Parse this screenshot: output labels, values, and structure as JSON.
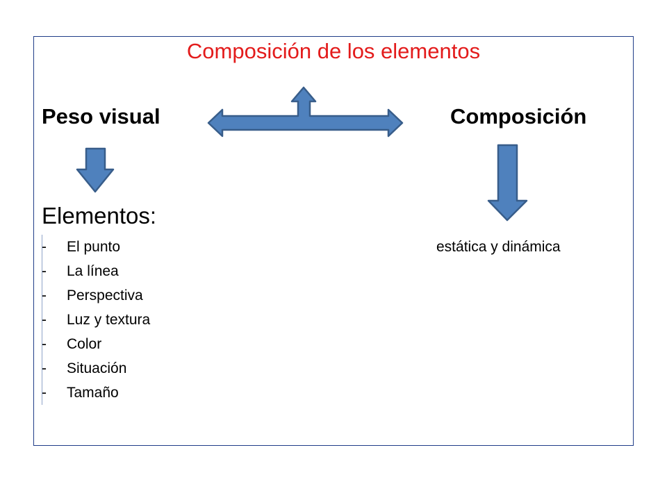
{
  "slide": {
    "title": "Composición de los elementos",
    "left_heading": "Peso visual",
    "right_heading": "Composición",
    "elements_heading": "Elementos:",
    "elements_list": [
      "El punto",
      "La línea",
      "Perspectiva",
      "Luz y textura",
      "Color",
      "Situación",
      "Tamaño"
    ],
    "list_marker": "-",
    "right_text": "estática y dinámica"
  },
  "colors": {
    "title": "#e31b1b",
    "arrow_fill": "#4f81bd",
    "arrow_stroke": "#385d8a",
    "frame": "#1f3c88"
  },
  "icons": [
    "tri-directional-arrow-icon",
    "down-arrow-icon",
    "down-arrow-icon"
  ]
}
